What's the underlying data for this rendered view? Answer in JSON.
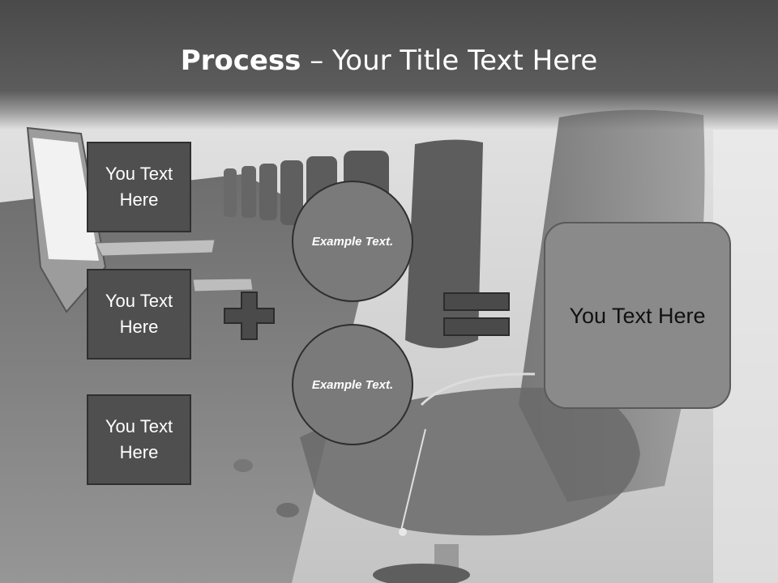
{
  "title": {
    "bold": "Process",
    "rest": " – Your Title Text Here"
  },
  "left_boxes": [
    {
      "label": "You Text Here"
    },
    {
      "label": "You Text Here"
    },
    {
      "label": "You Text Here"
    }
  ],
  "circles": [
    {
      "label": "Example Text."
    },
    {
      "label": "Example Text."
    }
  ],
  "result": {
    "label": "You Text Here"
  },
  "icons": {
    "plus": "plus-icon",
    "equals": "equals-icon"
  },
  "colors": {
    "header": "#555555",
    "box_fill": "#4f4f4f",
    "circle_fill": "#7a7a7a",
    "result_fill": "#8a8a8a",
    "operator_fill": "#4a4a4a"
  }
}
